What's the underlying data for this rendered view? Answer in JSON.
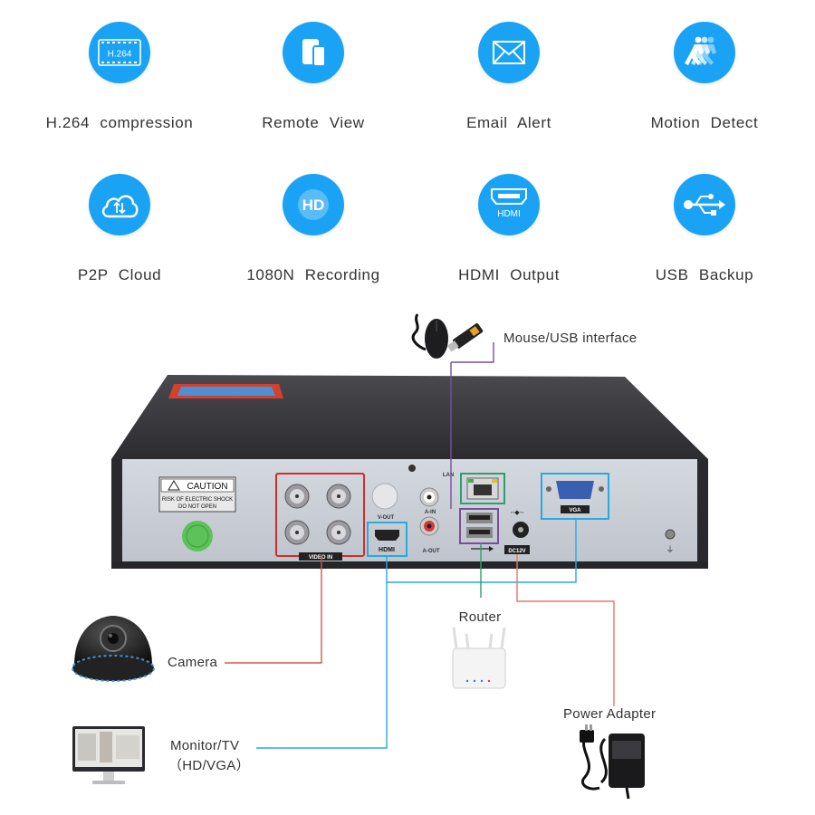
{
  "features": [
    {
      "label": "H.264  compression",
      "icon": "h264-film-icon",
      "badge": "H.264"
    },
    {
      "label": "Remote  View",
      "icon": "mobile-devices-icon"
    },
    {
      "label": "Email  Alert",
      "icon": "envelope-icon"
    },
    {
      "label": "Motion  Detect",
      "icon": "running-figures-icon"
    },
    {
      "label": "P2P  Cloud",
      "icon": "cloud-sync-icon"
    },
    {
      "label": "1080N  Recording",
      "icon": "hd-icon",
      "badge": "HD"
    },
    {
      "label": "HDMI  Output",
      "icon": "hdmi-port-icon",
      "badge": "HDMI"
    },
    {
      "label": "USB  Backup",
      "icon": "usb-icon"
    }
  ],
  "callouts": {
    "mouse_usb": "Mouse/USB  interface",
    "router": "Router",
    "camera": "Camera",
    "power": "Power  Adapter",
    "monitor_line1": "Monitor/TV",
    "monitor_line2": "（HD/VGA）"
  },
  "panel": {
    "caution_title": "CAUTION",
    "caution_line1": "RISK OF ELECTRIC SHOCK",
    "caution_line2": "DO NOT OPEN",
    "video_in": "VIDEO IN",
    "v_out": "V-OUT",
    "a_in": "A-IN",
    "a_out": "A-OUT",
    "lan": "LAN",
    "vga": "VGA",
    "dc12v": "DC12V",
    "hdmi": "HDMI"
  },
  "colors": {
    "accent": "#1aa3f4",
    "camera_line": "#d9534f",
    "monitor_line": "#29a9e0",
    "router_line": "#2e9e6f",
    "power_line": "#e8786a",
    "usb_line": "#7a4f9a"
  }
}
